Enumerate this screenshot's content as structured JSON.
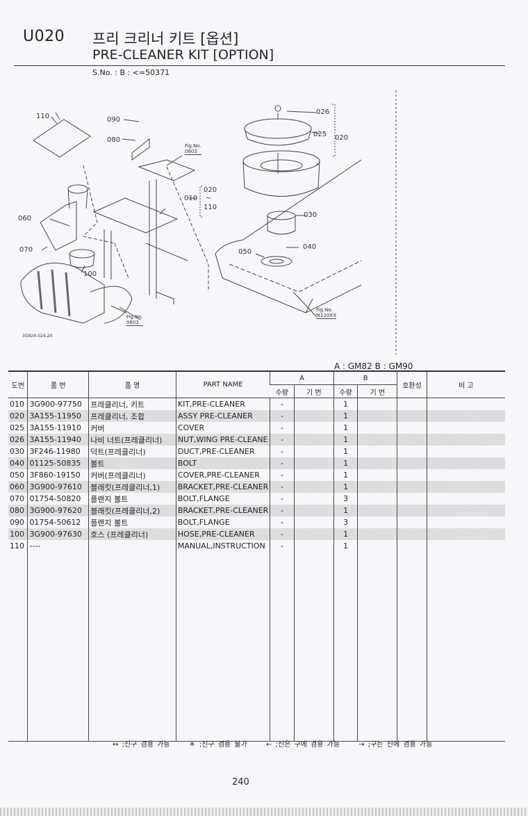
{
  "header": {
    "code": "U020",
    "title_ko": "프리 크리너 키트 [옵션]",
    "title_en": "PRE-CLEANER KIT [OPTION]",
    "serial": "S.No. :    B : <=50371"
  },
  "diagram": {
    "labels": [
      "110",
      "090",
      "080",
      "010",
      "060",
      "070",
      "100",
      "026",
      "025",
      "020",
      "030",
      "040",
      "050"
    ],
    "range_top": "020",
    "range_mid": "~",
    "range_bottom": "110",
    "fig_label": "Fig.No.",
    "fig_refs": [
      "0603",
      "0603",
      "M120XX"
    ],
    "drawing_code": "3G924-024-20"
  },
  "model_legend": "A : GM82   B : GM90",
  "table": {
    "headers": {
      "ref": "도번",
      "part_no": "품  번",
      "name_ko": "품        명",
      "part_name": "PART  NAME",
      "group_a": "A",
      "group_b": "B",
      "qty": "수량",
      "serial": "기 번",
      "compat": "호환성",
      "remarks": "비    고"
    },
    "rows": [
      {
        "ref": "010",
        "part_no": "3G900-97750",
        "name_ko": "프레클리너, 키트",
        "name_en": "KIT,PRE-CLEANER",
        "qty_a": "-",
        "qty_b": "1"
      },
      {
        "ref": "020",
        "part_no": "3A155-11950",
        "name_ko": "프레클리너, 조합",
        "name_en": "ASSY PRE-CLEANER",
        "qty_a": "-",
        "qty_b": "1"
      },
      {
        "ref": "025",
        "part_no": "3A155-11910",
        "name_ko": "커버",
        "name_en": "COVER",
        "qty_a": "-",
        "qty_b": "1"
      },
      {
        "ref": "026",
        "part_no": "3A155-11940",
        "name_ko": "나비 너트(프레클리너)",
        "name_en": "NUT,WING PRE-CLEANE",
        "qty_a": "-",
        "qty_b": "1"
      },
      {
        "ref": "030",
        "part_no": "3F246-11980",
        "name_ko": "덕트(프레클리너)",
        "name_en": "DUCT,PRE-CLEANER",
        "qty_a": "-",
        "qty_b": "1"
      },
      {
        "ref": "040",
        "part_no": "01125-50835",
        "name_ko": "볼트",
        "name_en": "BOLT",
        "qty_a": "-",
        "qty_b": "1"
      },
      {
        "ref": "050",
        "part_no": "3F860-19150",
        "name_ko": "커버(프레클리너)",
        "name_en": "COVER,PRE-CLEANER",
        "qty_a": "-",
        "qty_b": "1"
      },
      {
        "ref": "060",
        "part_no": "3G900-97610",
        "name_ko": "블래킷(프레클리너,1)",
        "name_en": "BRACKET,PRE-CLEANER",
        "qty_a": "-",
        "qty_b": "1"
      },
      {
        "ref": "070",
        "part_no": "01754-50820",
        "name_ko": "플랜지 볼트",
        "name_en": "BOLT,FLANGE",
        "qty_a": "-",
        "qty_b": "3"
      },
      {
        "ref": "080",
        "part_no": "3G900-97620",
        "name_ko": "블래킷(프레클리너,2)",
        "name_en": "BRACKET,PRE-CLEANER",
        "qty_a": "-",
        "qty_b": "1"
      },
      {
        "ref": "090",
        "part_no": "01754-50612",
        "name_ko": "플랜지 볼트",
        "name_en": "BOLT,FLANGE",
        "qty_a": "-",
        "qty_b": "3"
      },
      {
        "ref": "100",
        "part_no": "3G900-97630",
        "name_ko": "호스 (프레클리너)",
        "name_en": "HOSE,PRE-CLEANER",
        "qty_a": "-",
        "qty_b": "1"
      },
      {
        "ref": "110",
        "part_no": "----",
        "name_ko": "",
        "name_en": "MANUAL,INSTRUCTION",
        "qty_a": "-",
        "qty_b": "1"
      }
    ]
  },
  "notes": [
    "↔ ;신구 겸용 가능",
    "＊ ;신구 겸용 불가",
    "← ;신은 구에 겸용 가능",
    "→ ;구는 신에 겸용 가능"
  ],
  "page_number": "240"
}
